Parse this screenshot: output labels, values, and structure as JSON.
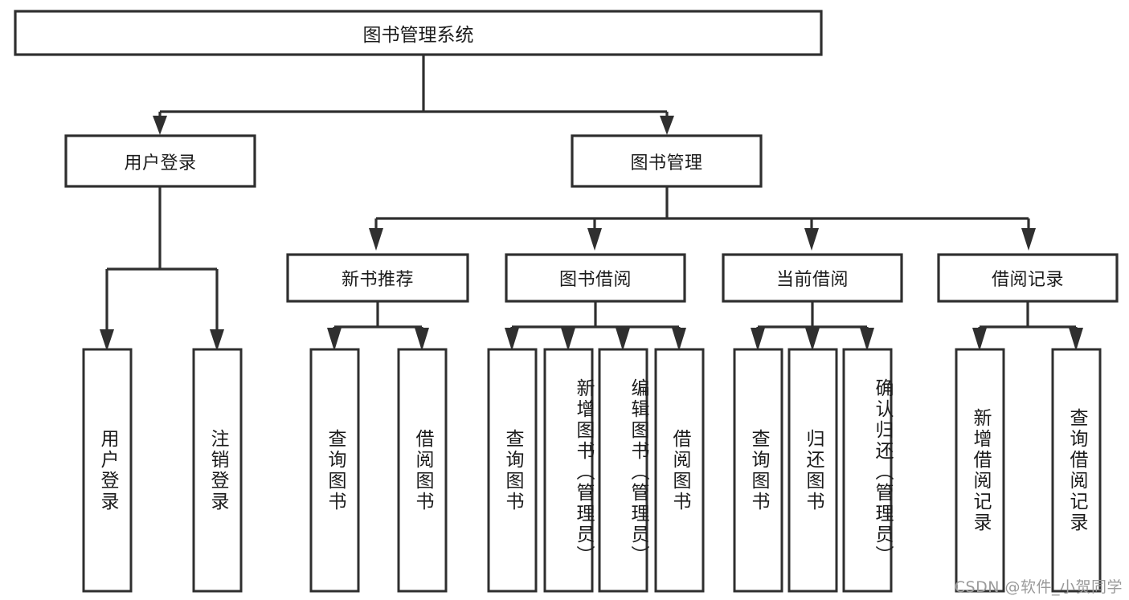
{
  "diagram": {
    "type": "tree-hierarchy-diagram",
    "title": "图书管理系统",
    "watermark": "CSDN @软件_小贺同学",
    "colors": {
      "stroke": "#2f2f2f",
      "fill": "#ffffff",
      "text": "#1b1b1b",
      "watermark": "#9a9a9a"
    },
    "nodes": {
      "root": {
        "label": "图书管理系统",
        "level": 1
      },
      "level2": [
        {
          "label": "用户登录",
          "level": 2
        },
        {
          "label": "图书管理",
          "level": 2
        }
      ],
      "level3": [
        {
          "label": "新书推荐",
          "level": 3
        },
        {
          "label": "图书借阅",
          "level": 3
        },
        {
          "label": "当前借阅",
          "level": 3
        },
        {
          "label": "借阅记录",
          "level": 3
        }
      ],
      "leaves": {
        "user_login": [
          {
            "label": "用户登录"
          },
          {
            "label": "注销登录"
          }
        ],
        "new_book_recommend": [
          {
            "label": "查询图书"
          },
          {
            "label": "借阅图书"
          }
        ],
        "book_borrow": [
          {
            "label": "查询图书"
          },
          {
            "label": "新增图书（管理员）"
          },
          {
            "label": "编辑图书（管理员）"
          },
          {
            "label": "借阅图书"
          }
        ],
        "current_borrow": [
          {
            "label": "查询图书"
          },
          {
            "label": "归还图书"
          },
          {
            "label": "确认归还（管理员）"
          }
        ],
        "borrow_record": [
          {
            "label": "新增借阅记录"
          },
          {
            "label": "查询借阅记录"
          }
        ]
      }
    }
  }
}
